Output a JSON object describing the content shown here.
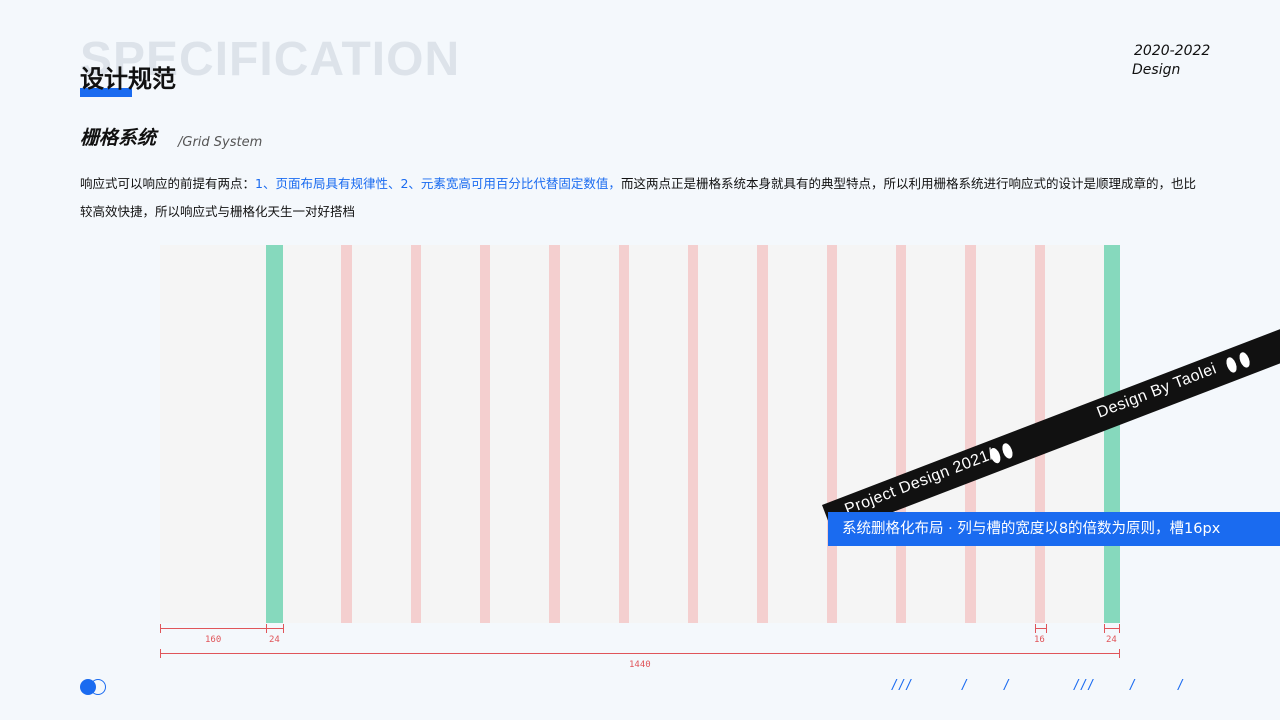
{
  "header": {
    "watermark": "SPECIFICATION",
    "title": "设计规范",
    "year": "2020-2022",
    "year_sub": "Design"
  },
  "section": {
    "title": "栅格系统",
    "title_en": "/Grid System"
  },
  "description": {
    "part1": "响应式可以响应的前提有两点：",
    "highlight": "1、页面布局具有规律性、2、元素宽高可用百分比代替固定数值，",
    "part2": "而这两点正是栅格系统本身就具有的典型特点，所以利用栅格系统进行响应式的设计是顺理成章的，也比较高效快捷，所以响应式与栅格化天生一对好搭档"
  },
  "grid": {
    "colors": {
      "margin": "#86d9bd",
      "gutter": "#f4cfcf",
      "background": "#f5f5f5"
    },
    "dimensions": {
      "left_margin": "160",
      "margin_column": "24",
      "gutter": "16",
      "right_column": "24",
      "total": "1440"
    }
  },
  "banner": {
    "text_left": "Project Design 2021/",
    "text_right": "Design By Taolei"
  },
  "tag": {
    "text": "系统删格化布局 · 列与槽的宽度以8的倍数为原则，槽16px"
  },
  "footer": {
    "logo": "double-circle-logo",
    "slashes_a": "///",
    "slashes_b": "/",
    "slashes_c": "/",
    "slashes_d": "///",
    "slashes_e": "/",
    "slashes_f": "/"
  },
  "colors": {
    "accent": "#1a6bf0",
    "dimension": "#e0555a"
  }
}
